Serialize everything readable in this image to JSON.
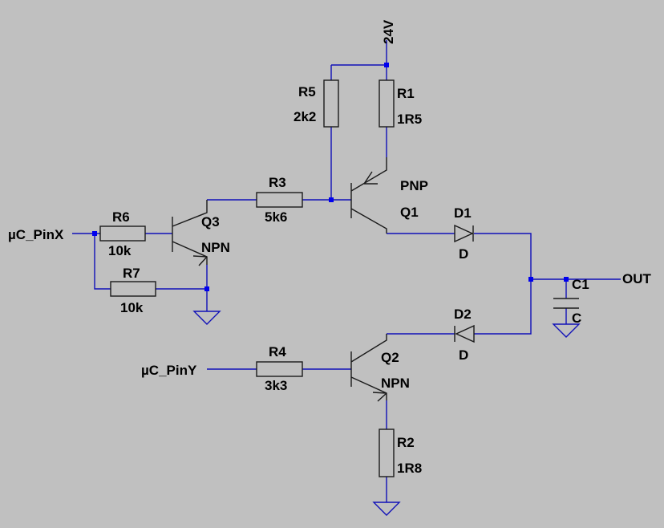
{
  "supply": {
    "label": "24V"
  },
  "nets": {
    "input_x": "µC_PinX",
    "input_y": "µC_PinY",
    "output": "OUT"
  },
  "components": {
    "R1": {
      "ref": "R1",
      "value": "1R5"
    },
    "R2": {
      "ref": "R2",
      "value": "1R8"
    },
    "R3": {
      "ref": "R3",
      "value": "5k6"
    },
    "R4": {
      "ref": "R4",
      "value": "3k3"
    },
    "R5": {
      "ref": "R5",
      "value": "2k2"
    },
    "R6": {
      "ref": "R6",
      "value": "10k"
    },
    "R7": {
      "ref": "R7",
      "value": "10k"
    },
    "Q1": {
      "ref": "Q1",
      "type": "PNP"
    },
    "Q2": {
      "ref": "Q2",
      "type": "NPN"
    },
    "Q3": {
      "ref": "Q3",
      "type": "NPN"
    },
    "D1": {
      "ref": "D1",
      "value": "D"
    },
    "D2": {
      "ref": "D2",
      "value": "D"
    },
    "C1": {
      "ref": "C1",
      "value": "C"
    }
  },
  "colors": {
    "background": "#c0c0c0",
    "wire": "#1010b8",
    "component": "#1a1a1a",
    "junction": "#0000ee"
  }
}
